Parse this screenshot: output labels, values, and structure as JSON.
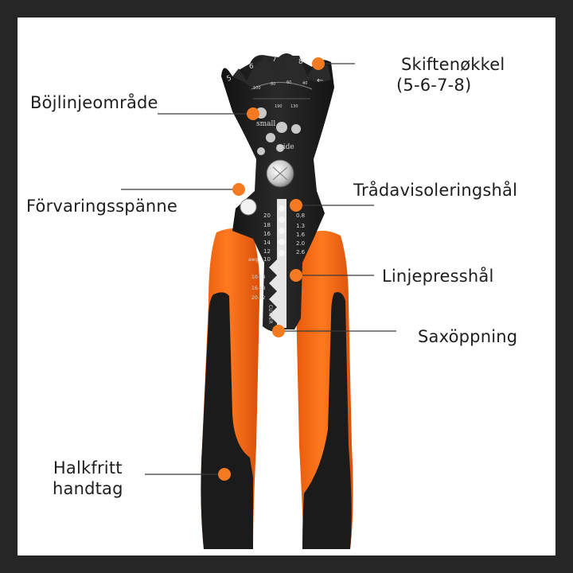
{
  "image": {
    "subject": "wire stripper multi-tool",
    "colors": {
      "frame": "#262626",
      "background": "#ffffff",
      "handle_orange": "#ff6a13",
      "handle_black": "#1b1b1b",
      "head_metal": "#202020",
      "callout_dot": "#f37a21"
    }
  },
  "head_markings": {
    "teeth_numbers": [
      "5",
      "6",
      "7",
      "8"
    ],
    "scale_numbers": [
      "100",
      "80",
      "60",
      "40"
    ],
    "arrow": "←",
    "small_scale": [
      "190",
      "130"
    ],
    "small": "small",
    "wide": "wide",
    "gauge_awg": [
      "20",
      "18",
      "16",
      "14",
      "12",
      "10"
    ],
    "awg": "awg",
    "gauge_mm": [
      "0.8",
      "1.3",
      "1.6",
      "2.0",
      "2.6"
    ],
    "crimp_sizes": [
      "10-14",
      "16-18",
      "20-22"
    ],
    "cutter": "CUTTER"
  },
  "callouts": [
    {
      "id": "skiftenokkel",
      "lines": [
        "Skiftenøkkel",
        "(5-6-7-8)"
      ]
    },
    {
      "id": "bojlinje",
      "lines": [
        "Böjlinjeområde"
      ]
    },
    {
      "id": "forvaring",
      "lines": [
        "Förvaringsspänne"
      ]
    },
    {
      "id": "tradavisolering",
      "lines": [
        "Trådavisoleringshål"
      ]
    },
    {
      "id": "linjepress",
      "lines": [
        "Linjepresshål"
      ]
    },
    {
      "id": "sax",
      "lines": [
        "Saxöppning"
      ]
    },
    {
      "id": "halkfritt",
      "lines": [
        "Halkfritt",
        "handtag"
      ]
    }
  ]
}
